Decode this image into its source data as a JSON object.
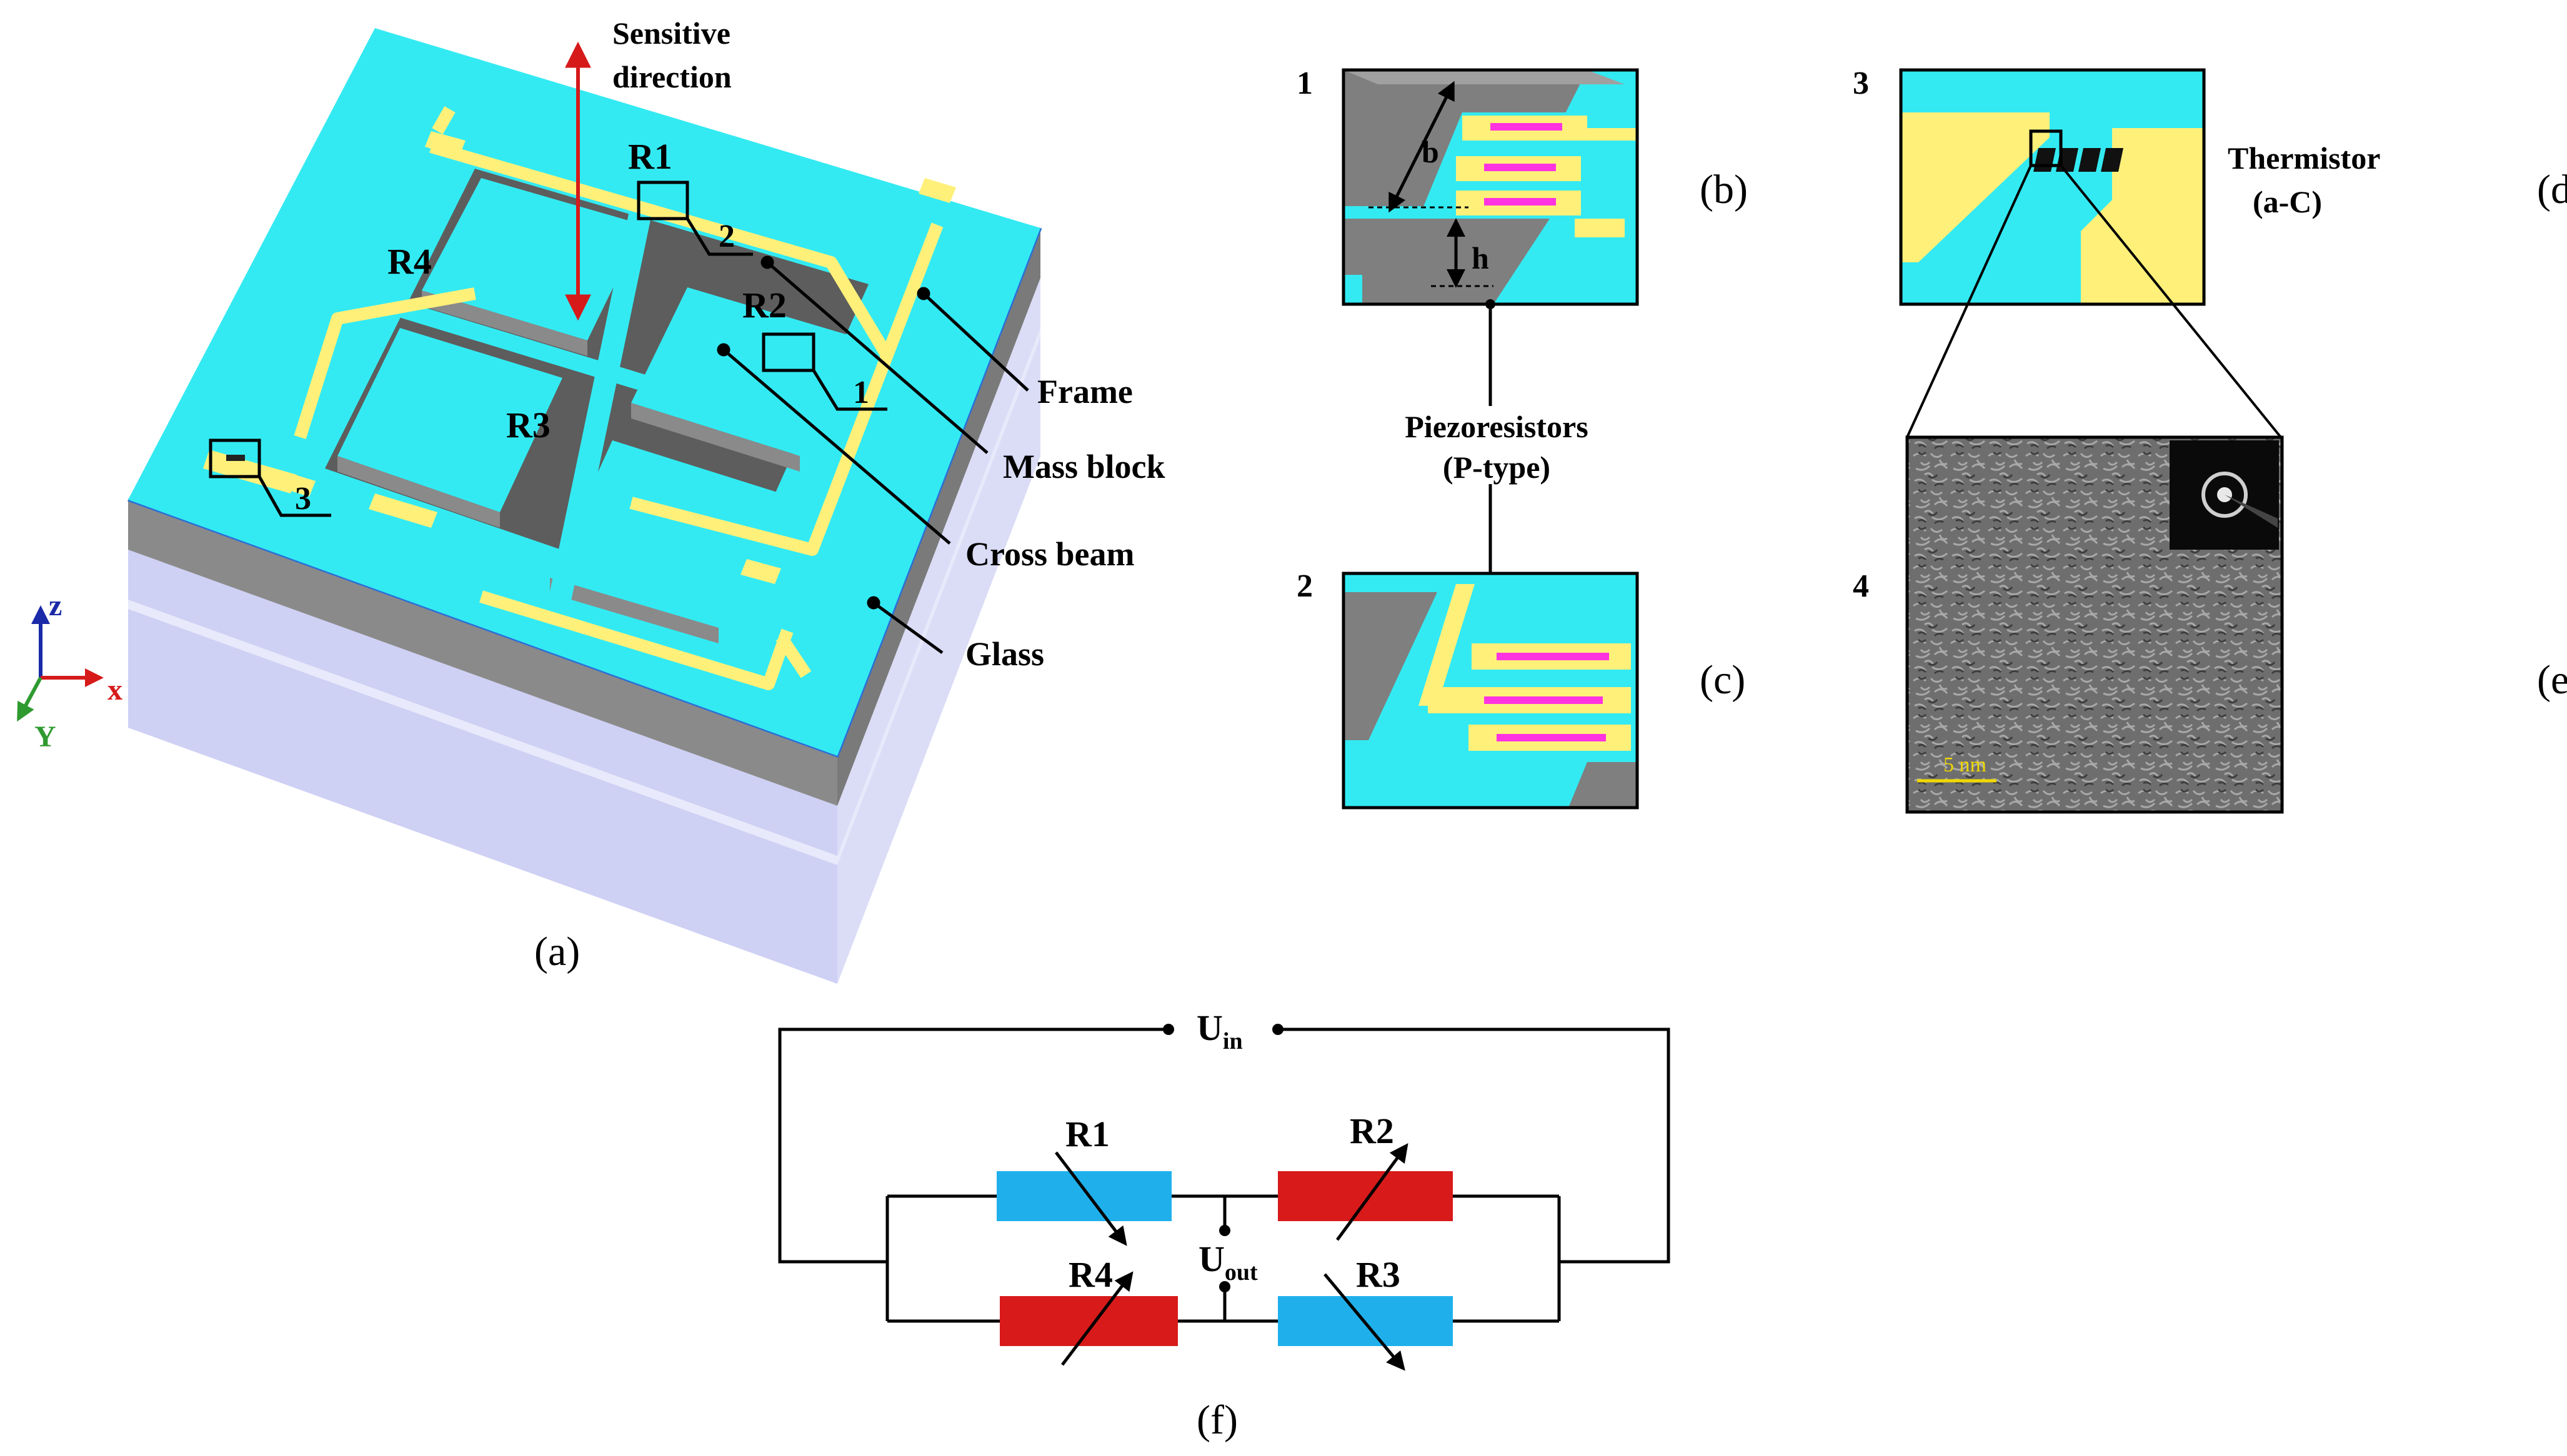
{
  "colors": {
    "cyan": "#33eaf2",
    "gold": "#fff07a",
    "magenta": "#ff33e0",
    "gray_side": "#7f7f7f",
    "glass": "#c6c8f2",
    "resistor_blue": "#1fb0ec",
    "resistor_red": "#d81a1a",
    "arrow_red": "#d61a1a"
  },
  "panel_a": {
    "caption": "(a)",
    "sensitive_direction": [
      "Sensitive",
      "direction"
    ],
    "resistors": {
      "r1": "R1",
      "r2": "R2",
      "r3": "R3",
      "r4": "R4"
    },
    "callouts": {
      "c1": "1",
      "c2": "2",
      "c3": "3"
    },
    "labels": {
      "frame": "Frame",
      "mass_block": "Mass block",
      "cross_beam": "Cross beam",
      "glass": "Glass"
    },
    "axes": {
      "z": "z",
      "x": "x",
      "y": "Y"
    }
  },
  "panel_b": {
    "caption": "(b)",
    "index": "1",
    "dim_b": "b",
    "dim_h": "h"
  },
  "panel_c": {
    "caption": "(c)",
    "index": "2"
  },
  "piezo_label": [
    "Piezoresistors",
    "(P-type)"
  ],
  "panel_d": {
    "caption": "(d)",
    "index": "3",
    "label": [
      "Thermistor",
      "(a-C)"
    ]
  },
  "panel_e": {
    "caption": "(e)",
    "index": "4",
    "scale_bar": "5 nm"
  },
  "panel_f": {
    "caption": "(f)",
    "u_in": {
      "main": "U",
      "sub": "in"
    },
    "u_out": {
      "main": "U",
      "sub": "out"
    },
    "resistors": {
      "r1": "R1",
      "r2": "R2",
      "r3": "R3",
      "r4": "R4"
    }
  }
}
